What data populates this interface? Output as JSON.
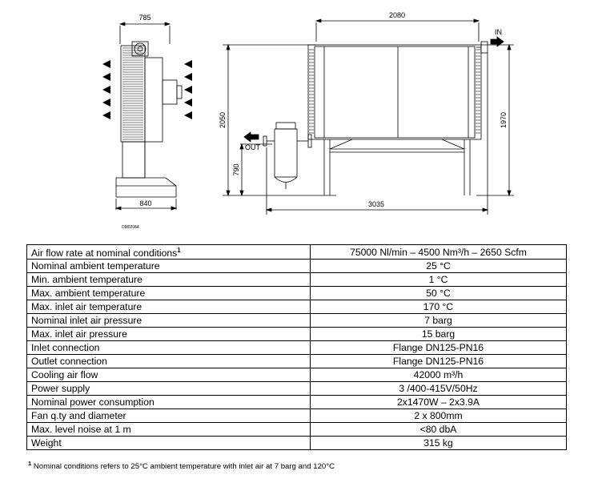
{
  "drawing": {
    "dims": {
      "side_width": "785",
      "side_base": "840",
      "overall_height": "2050",
      "outlet_height": "790",
      "front_top": "2080",
      "front_right": "1970",
      "front_bottom": "3035"
    },
    "labels": {
      "inlet": "IN",
      "outlet": "OUT",
      "drawing_code": "DM02064"
    }
  },
  "specs": {
    "rows": [
      {
        "param": "Air flow rate at nominal conditions",
        "sup": "1",
        "value": "75000 Nl/min – 4500 Nm³/h – 2650 Scfm"
      },
      {
        "param": "Nominal ambient temperature",
        "value": "25 °C"
      },
      {
        "param": "Min. ambient temperature",
        "value": "1 °C"
      },
      {
        "param": "Max. ambient temperature",
        "value": "50 °C"
      },
      {
        "param": "Max. inlet air temperature",
        "value": "170 °C"
      },
      {
        "param": "Nominal inlet air pressure",
        "value": "7 barg"
      },
      {
        "param": "Max. inlet air pressure",
        "value": "15 barg"
      },
      {
        "param": "Inlet connection",
        "value": "Flange DN125-PN16"
      },
      {
        "param": "Outlet connection",
        "value": "Flange DN125-PN16"
      },
      {
        "param": "Cooling air flow",
        "value": "42000 m³/h"
      },
      {
        "param": "Power supply",
        "value": "3 /400-415V/50Hz"
      },
      {
        "param": "Nominal power consumption",
        "value": "2x1470W – 2x3.9A"
      },
      {
        "param": "Fan q.ty and diameter",
        "value": "2 x 800mm"
      },
      {
        "param": "Max. level noise at 1 m",
        "value": "<80 dbA"
      },
      {
        "param": "Weight",
        "value": "315 kg"
      }
    ]
  },
  "footnote": {
    "mark": "1",
    "text": "Nominal conditions refers to 25°C ambient temperature  with inlet air at 7 barg and 120°C"
  }
}
